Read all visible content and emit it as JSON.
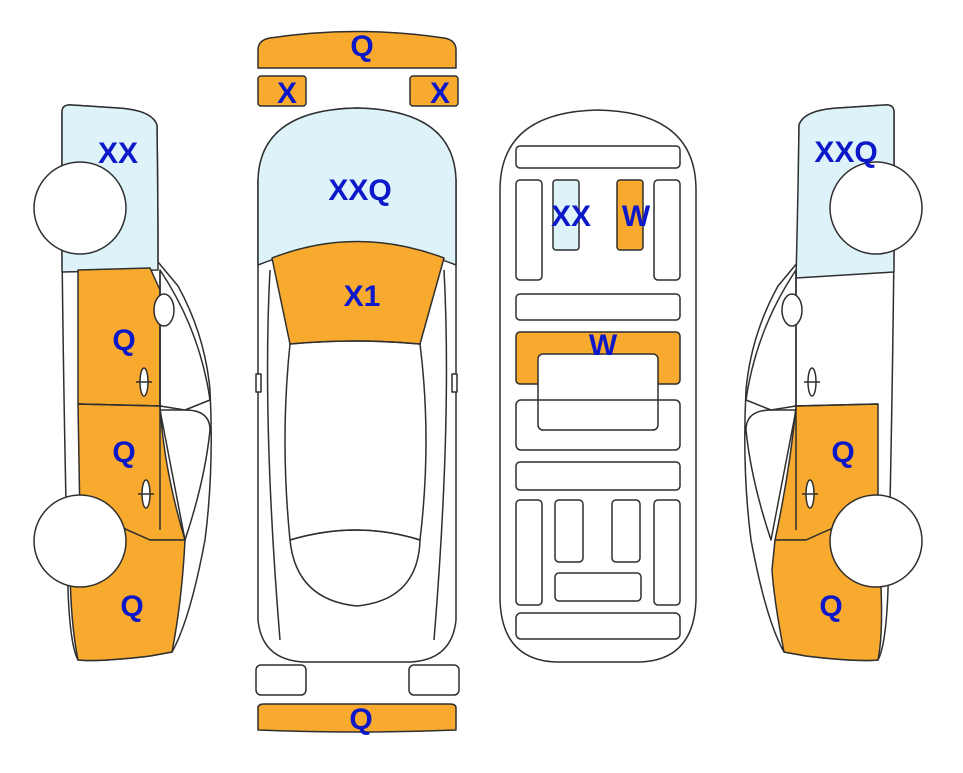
{
  "colors": {
    "damage": "#F8AA2F",
    "glass": "#DDF3F9",
    "outline": "#2f2f2f",
    "label": "#0D18C9",
    "body": "#ffffff"
  },
  "marks": {
    "front_bumper": "Q",
    "headlight_left": "X",
    "headlight_right": "X",
    "hood": "XXQ",
    "windshield": "X1",
    "rear_bumper": "Q",
    "interior_seat_left": "XX",
    "interior_seat_right": "W",
    "interior_rear_panel": "W",
    "left_front_fender": "XX",
    "left_front_door": "Q",
    "left_rear_door": "Q",
    "left_rear_quarter": "Q",
    "right_front_fender": "XXQ",
    "right_rear_door": "Q",
    "right_rear_quarter": "Q"
  }
}
